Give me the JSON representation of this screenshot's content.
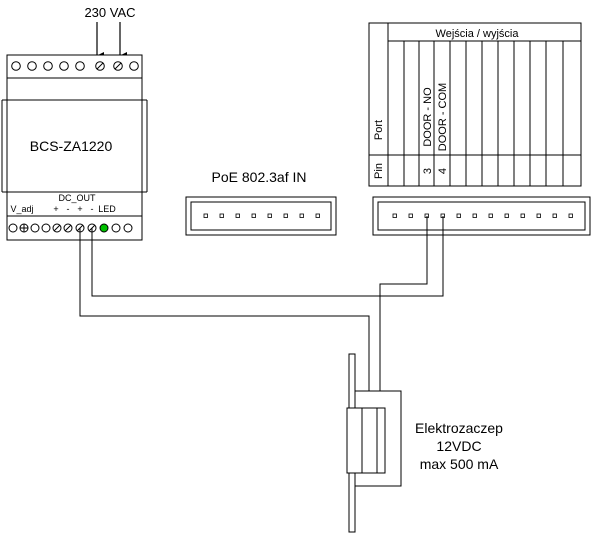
{
  "supply_label": "230 VAC",
  "psu": {
    "model": "BCS-ZA1220",
    "dc_out_label": "DC_OUT",
    "vadj_label": "V_adj",
    "pin_marks": [
      "+",
      "-",
      "+",
      "-",
      "LED"
    ],
    "led_color": "#00c000"
  },
  "poe": {
    "label": "PoE 802.3af IN"
  },
  "io_table": {
    "header": "Wejścia / wyjścia",
    "row_port_label": "Port",
    "row_pin_label": "Pin",
    "ports": [
      {
        "port": "DOOR - NO",
        "pin": "3"
      },
      {
        "port": "DOOR - COM",
        "pin": "4"
      }
    ]
  },
  "strike": {
    "name": "Elektrozaczep",
    "voltage": "12VDC",
    "current": "max 500 mA"
  },
  "colors": {
    "line": "#000000",
    "panel_fill": "#ffffff",
    "led": "#00c000"
  }
}
